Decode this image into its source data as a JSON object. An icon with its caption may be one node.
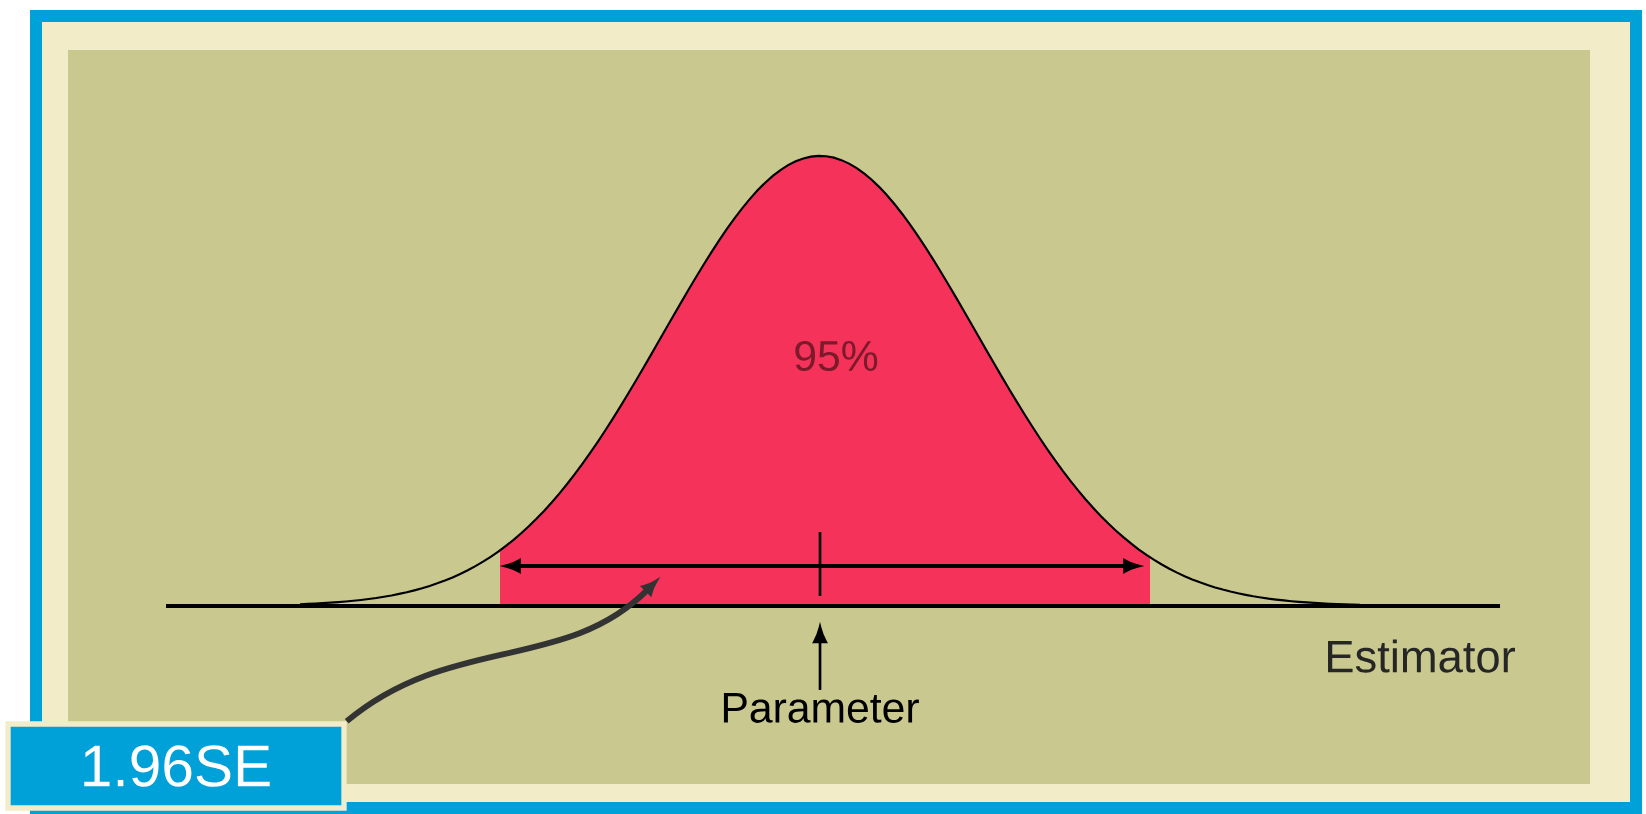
{
  "diagram": {
    "nodes": [
      {
        "text": [
          "1.96SE"
        ]
      },
      {
        "text": [],
        "shape": "bar"
      },
      {
        "text": [
          "Parameter"
        ]
      }
    ],
    "edges": [
      {
        "from": 0,
        "to": 1,
        "arrow": "to",
        "style": "thick"
      },
      {
        "from": 2,
        "to": null,
        "arrow": "to"
      }
    ],
    "labels": [
      "95%",
      "Estimator"
    ]
  }
}
